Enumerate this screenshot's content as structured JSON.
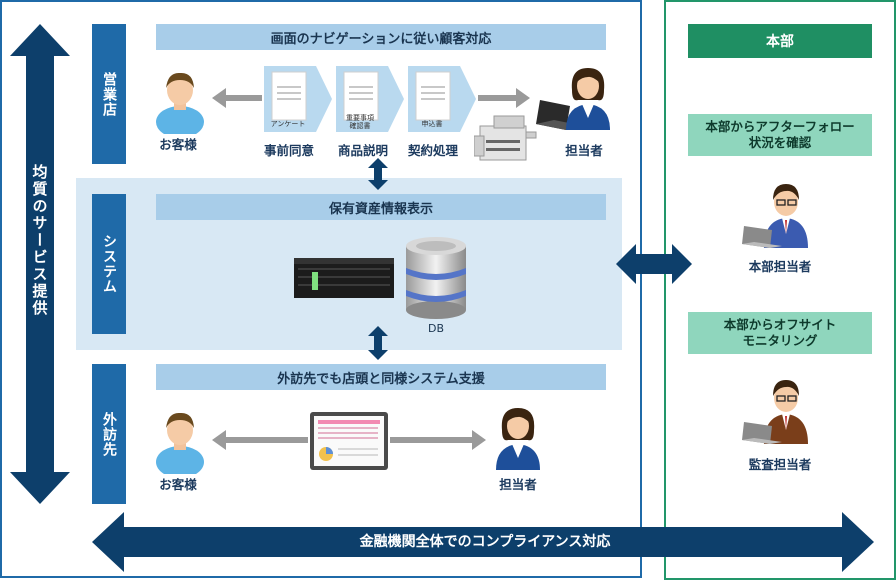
{
  "left_arrow_label": "均質のサービス提供",
  "bottom_arrow_label": "金融機関全体でのコンプライアンス対応",
  "store": {
    "tab": "営業店",
    "banner": "画面のナビゲーションに従い顧客対応",
    "customer_label": "お客様",
    "staff_label": "担当者",
    "docs": [
      {
        "doc_text": "アンケート",
        "step": "事前同意"
      },
      {
        "doc_text": "重要事項\n確認書",
        "step": "商品説明"
      },
      {
        "doc_text": "申込書",
        "step": "契約処理"
      }
    ]
  },
  "system": {
    "tab": "システム",
    "banner": "保有資産情報表示",
    "db_label": "DB"
  },
  "visit": {
    "tab": "外訪先",
    "banner": "外訪先でも店頭と同様システム支援",
    "customer_label": "お客様",
    "staff_label": "担当者"
  },
  "hq": {
    "title": "本部",
    "followup_banner": "本部からアフターフォロー\n状況を確認",
    "hq_staff_label": "本部担当者",
    "offsite_banner": "本部からオフサイト\nモニタリング",
    "audit_staff_label": "監査担当者"
  },
  "colors": {
    "navy_arrow": "#0d3f6b",
    "tab_blue": "#1f6aa8",
    "banner_blue": "#a8cde9",
    "green_frame": "#22966a",
    "green_banner": "#8fd6bd",
    "hq_title_bg": "#1f8f63"
  }
}
